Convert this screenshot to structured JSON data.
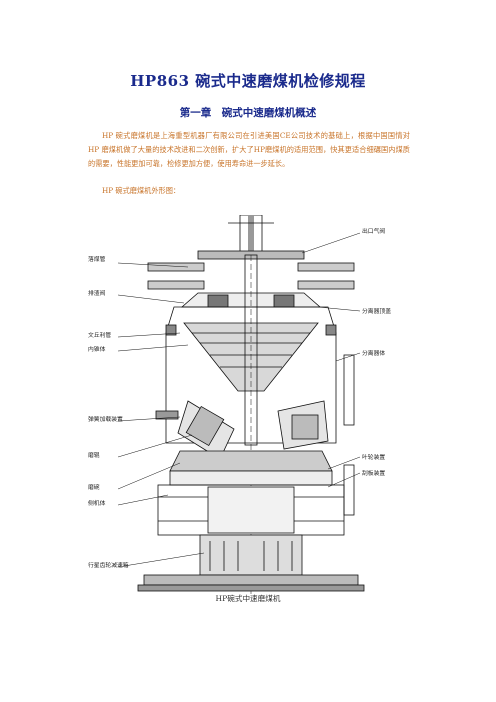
{
  "document": {
    "title": "HP863 碗式中速磨煤机检修规程",
    "chapter": "第一章　碗式中速磨煤机概述",
    "paragraph": "HP 碗式磨煤机是上海重型机器厂有限公司在引进美国CE公司技术的基础上，根据中国国情对HP 磨煤机做了大量的技术改进和二次创新，扩大了HP磨煤机的适用范围，快其更适合细碾国内煤质的需要，性能更加可靠，检修更加方便，使用寿命进一步延长。",
    "figure_intro": "HP 碗式磨煤机外形图：",
    "caption": "HP碗式中速磨煤机"
  },
  "labels": {
    "left": [
      "落煤管",
      "排渣阀",
      "文丘利管",
      "内锥体",
      "弹簧加载装置",
      "磨辊",
      "磨碗",
      "侧机体",
      "行星齿轮减速箱"
    ],
    "right": [
      "出口气阀",
      "分离器顶盖",
      "分离器体",
      "叶轮装置",
      "刮板装置"
    ]
  }
}
